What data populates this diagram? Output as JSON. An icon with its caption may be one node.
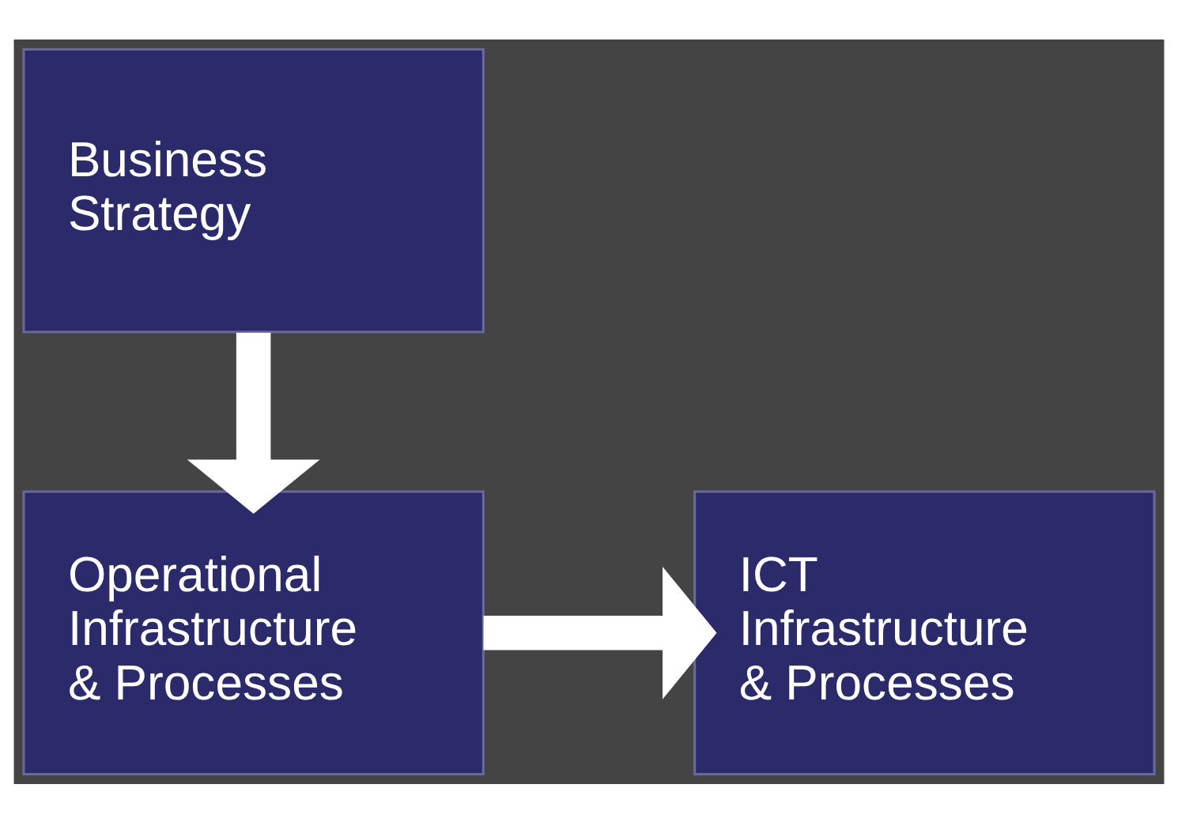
{
  "diagram": {
    "nodes": [
      {
        "text": [
          "Business Strategy"
        ]
      },
      {
        "text": [
          "Operational Infrastructure & Processes"
        ]
      },
      {
        "text": [
          "ICT Infrastructure & Processes"
        ]
      }
    ],
    "edges": [
      {
        "from": 0,
        "to": 1,
        "arrow": "to"
      },
      {
        "from": 1,
        "to": 2,
        "arrow": "to"
      }
    ]
  }
}
